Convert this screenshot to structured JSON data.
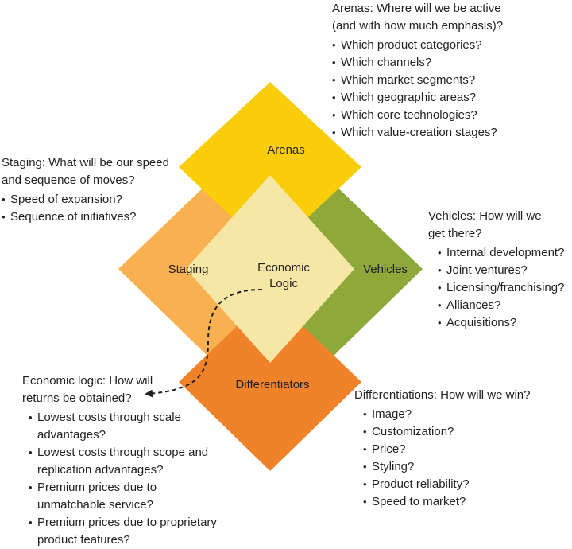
{
  "diagram": {
    "arenas_label": "Arenas",
    "staging_label": "Staging",
    "vehicles_label": "Vehicles",
    "differentiators_label": "Differentiators",
    "center_label_line1": "Economic",
    "center_label_line2": "Logic",
    "colors": {
      "arenas": "#f9cd0a",
      "staging": "#f9b050",
      "vehicles": "#8ea83a",
      "differentiators": "#f0822a",
      "center": "#f6e7a6",
      "arrow": "#231f20"
    }
  },
  "arenas": {
    "heading_line1": "Arenas: Where will we be active",
    "heading_line2": "(and with how much emphasis)?",
    "items": [
      "Which product categories?",
      "Which channels?",
      "Which market segments?",
      "Which geographic areas?",
      "Which core technologies?",
      "Which value-creation stages?"
    ]
  },
  "staging": {
    "heading_line1": "Staging: What will be our speed",
    "heading_line2": "and sequence of moves?",
    "items": [
      "Speed of expansion?",
      "Sequence of initiatives?"
    ]
  },
  "vehicles": {
    "heading_line1": "Vehicles: How will we",
    "heading_line2": "get there?",
    "items": [
      "Internal development?",
      "Joint ventures?",
      "Licensing/franchising?",
      "Alliances?",
      "Acquisitions?"
    ]
  },
  "economic_logic": {
    "heading_line1": "Economic logic: How will",
    "heading_line2": "returns be obtained?",
    "items": [
      [
        "Lowest costs through scale",
        "advantages?"
      ],
      [
        "Lowest costs through scope and",
        "replication advantages?"
      ],
      [
        "Premium prices due to",
        "unmatchable service?"
      ],
      [
        "Premium prices due to proprietary",
        "product features?"
      ]
    ]
  },
  "differentiators": {
    "heading": "Differentiations: How will we win?",
    "items": [
      "Image?",
      "Customization?",
      "Price?",
      "Styling?",
      "Product reliability?",
      "Speed to market?"
    ]
  }
}
